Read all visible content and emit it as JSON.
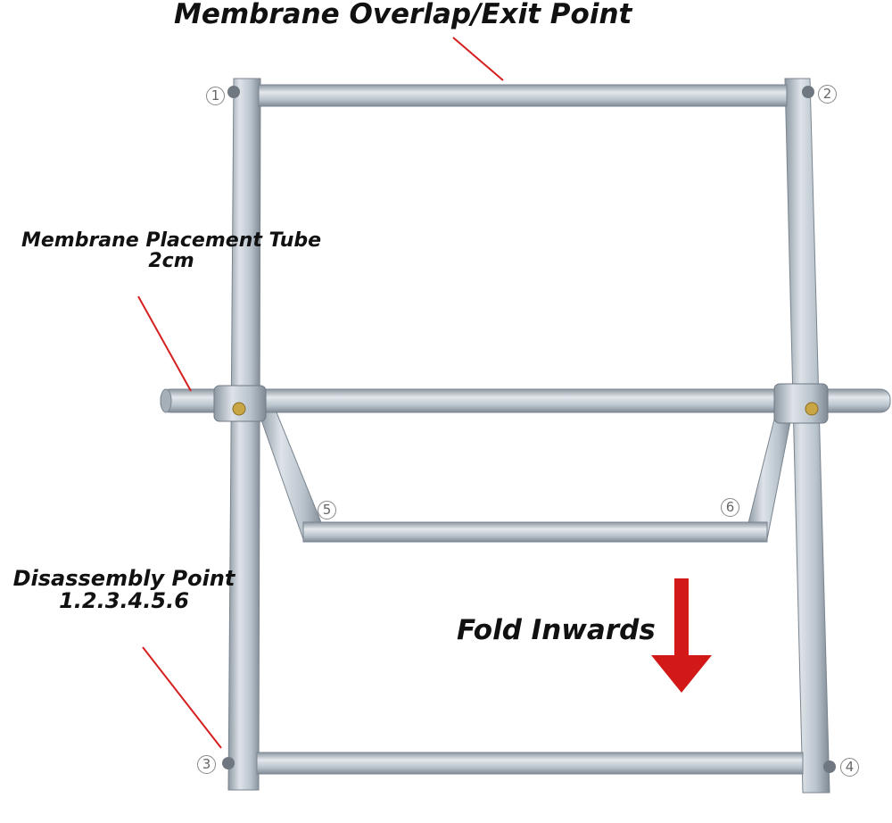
{
  "labels": {
    "overlap_exit": "Membrane Overlap/Exit Point",
    "placement_tube_line1": "Membrane Placement Tube",
    "placement_tube_line2": "2cm",
    "disassembly_line1": "Disassembly Point",
    "disassembly_line2": "1.2.3.4.5.6",
    "fold_inwards": "Fold Inwards"
  },
  "points": [
    "1",
    "2",
    "3",
    "4",
    "5",
    "6"
  ],
  "colors": {
    "metal": "#b9c3cc",
    "metal_dark": "#8d98a2",
    "metal_light": "#dde3e8",
    "leader_line": "#d62020",
    "arrow": "#d31818",
    "text": "#111111"
  },
  "icons": {
    "fold_arrow": "arrow-down-icon"
  }
}
